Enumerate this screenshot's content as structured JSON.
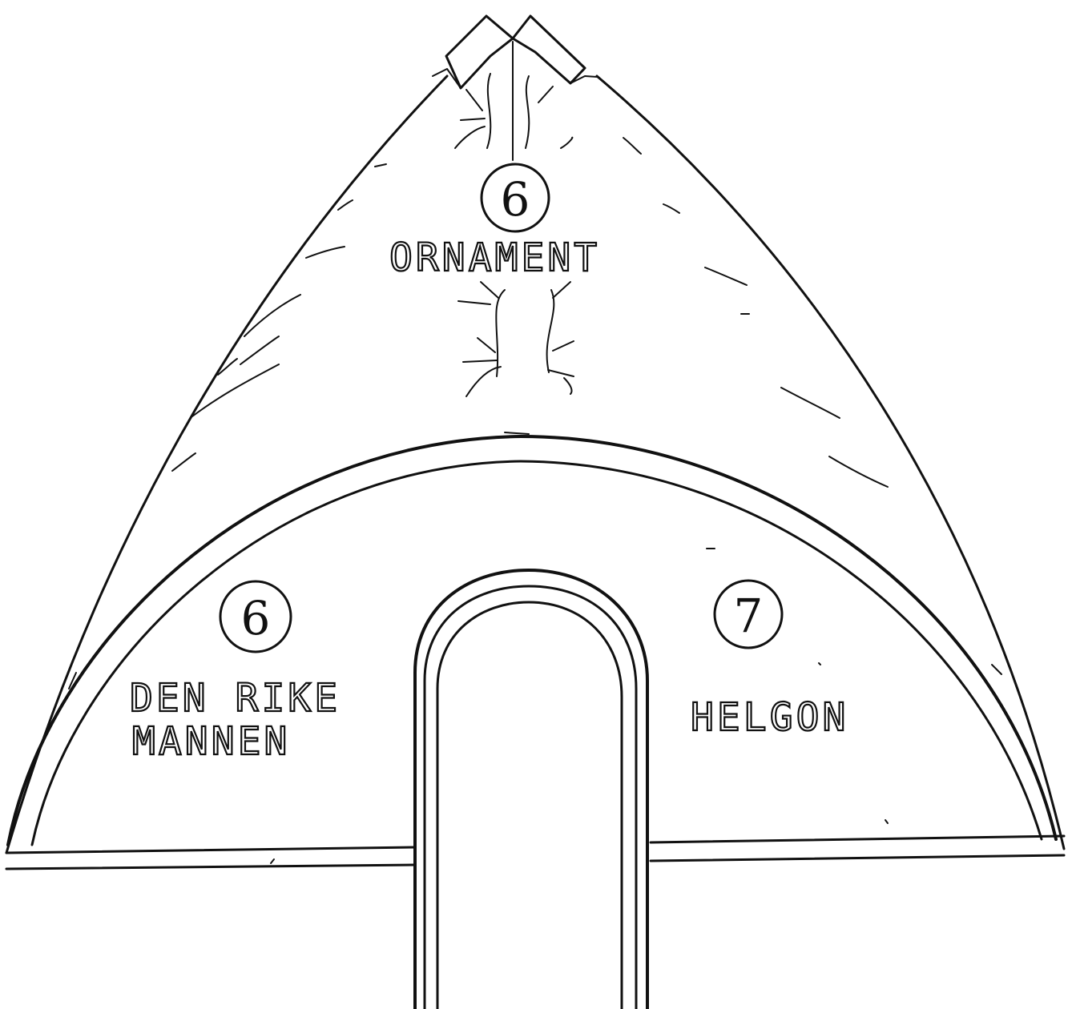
{
  "ornament": {
    "number": "6",
    "label": "ORNAMENT"
  },
  "left_panel": {
    "number": "6",
    "label_line1": "DEN RIKE",
    "label_line2": "MANNEN"
  },
  "right_panel": {
    "number": "7",
    "label": "HELGON"
  },
  "colors": {
    "ink": "#111111",
    "paper": "#ffffff"
  }
}
